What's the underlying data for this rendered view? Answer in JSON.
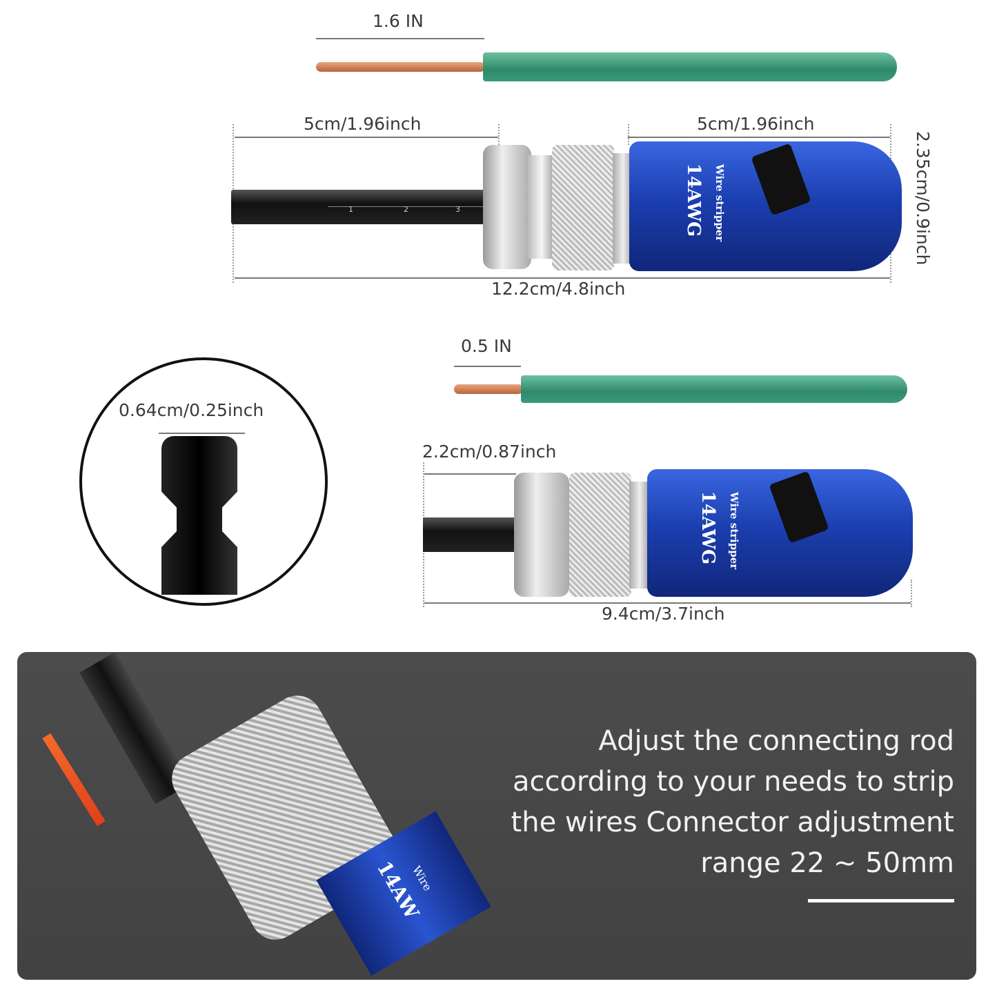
{
  "top_wire": {
    "strip_length_label": "1.6 IN"
  },
  "long_tool": {
    "bit_length_label": "5cm/1.96inch",
    "handle_length_label": "5cm/1.96inch",
    "diameter_label": "2.35cm/0.9inch",
    "total_length_label": "12.2cm/4.8inch",
    "body_text": "Wire stripper",
    "gauge_text": "14AWG",
    "scale_ticks": [
      "1",
      "2",
      "3"
    ]
  },
  "hex_detail": {
    "width_label": "0.64cm/0.25inch"
  },
  "short_wire": {
    "strip_length_label": "0.5 IN"
  },
  "short_tool": {
    "bit_length_label": "2.2cm/0.87inch",
    "total_length_label": "9.4cm/3.7inch",
    "body_text": "Wire stripper",
    "gauge_text": "14AWG"
  },
  "info_panel": {
    "lines": [
      "Adjust the connecting rod",
      "according to your needs to strip",
      "the wires Connector adjustment",
      "range 22 ~ 50mm"
    ],
    "gauge_text": "14AW",
    "body_text": "Wire"
  },
  "colors": {
    "wire_insulation": "#3d9a7a",
    "copper": "#c8774a",
    "tool_blue": "#1b3fb0",
    "panel": "#474747",
    "arrow": "#f05a1e"
  }
}
